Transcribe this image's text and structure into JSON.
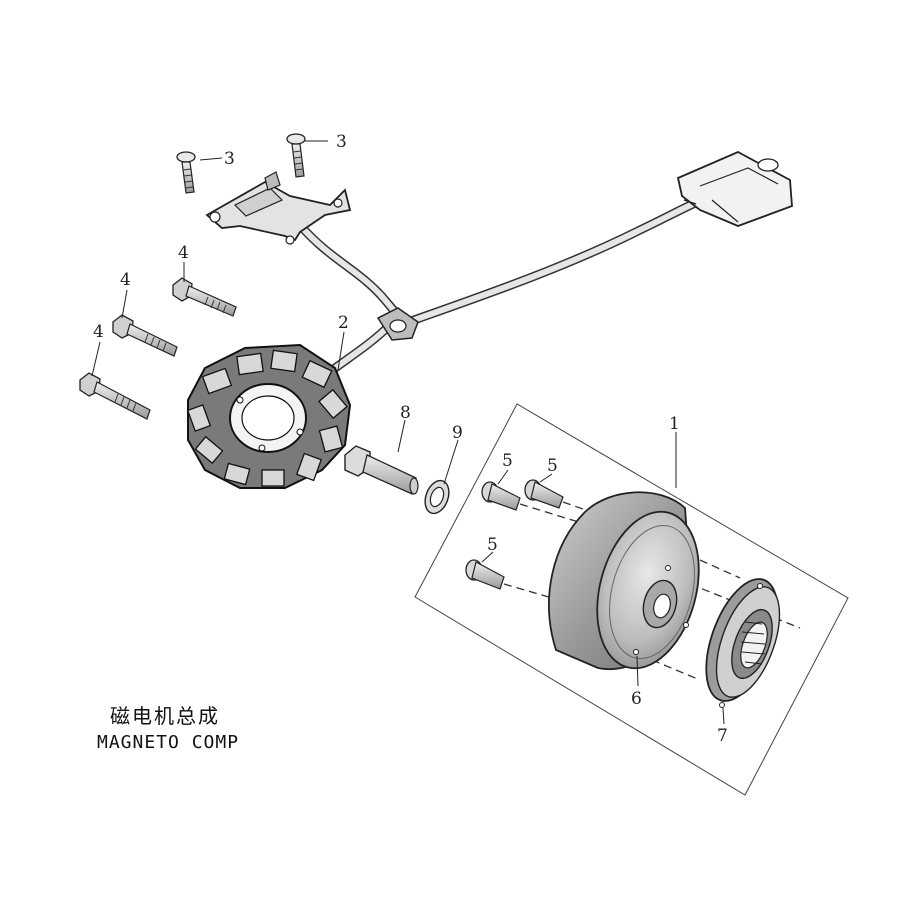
{
  "title": {
    "chinese": "磁电机总成",
    "english": "MAGNETO COMP"
  },
  "callouts": {
    "flywheel": "1",
    "stator_harness": "2",
    "bracket_screw_a": "3",
    "bracket_screw_b": "3",
    "stator_bolt_a": "4",
    "stator_bolt_b": "4",
    "stator_bolt_c": "4",
    "clutch_screw_a": "5",
    "clutch_screw_b": "5",
    "clutch_screw_c": "5",
    "dowel": "6",
    "starter_clutch": "7",
    "flywheel_bolt": "8",
    "washer": "9"
  }
}
